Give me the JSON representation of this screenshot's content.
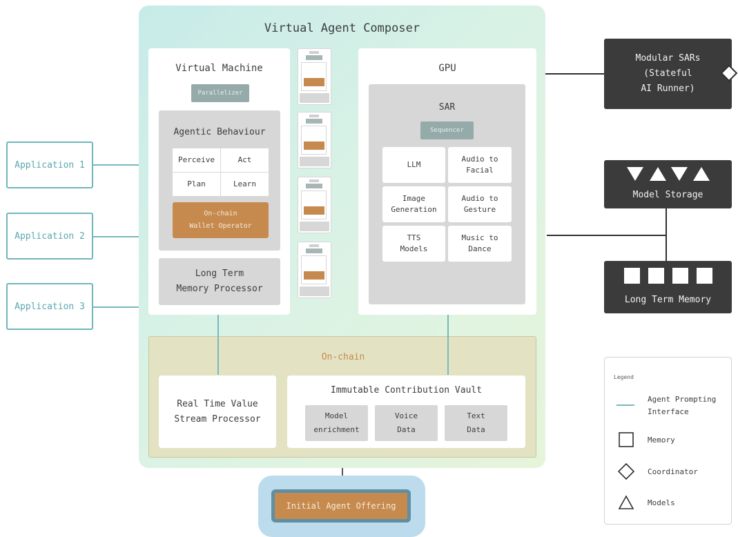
{
  "composer": {
    "title": "Virtual Agent Composer"
  },
  "vm": {
    "title": "Virtual Machine",
    "parallelizer": "Parallelizer",
    "agentic": {
      "title": "Agentic Behaviour",
      "cells": [
        "Perceive",
        "Act",
        "Plan",
        "Learn"
      ],
      "wallet": "On-chain\nWallet Operator"
    },
    "ltmp": "Long Term\nMemory Processor"
  },
  "gpu": {
    "title": "GPU",
    "sar": {
      "title": "SAR",
      "sequencer": "Sequencer",
      "models": [
        "LLM",
        "Audio to\nFacial",
        "Image\nGeneration",
        "Audio to\nGesture",
        "TTS\nModels",
        "Music to\nDance"
      ]
    }
  },
  "applications": [
    "Application 1",
    "Application 2",
    "Application 3"
  ],
  "right": {
    "modular": "Modular SARs\n(Stateful\nAI Runner)",
    "model_storage": "Model Storage",
    "long_term_memory": "Long Term Memory"
  },
  "onchain": {
    "title": "On-chain",
    "rtvsp": "Real Time Value\nStream Processor",
    "vault": {
      "title": "Immutable Contribution Vault",
      "items": [
        "Model\nenrichment",
        "Voice\nData",
        "Text\nData"
      ]
    }
  },
  "iao": "Initial Agent Offering",
  "legend": {
    "title": "Legend",
    "items": [
      "Agent Prompting\nInterface",
      "Memory",
      "Coordinator",
      "Models"
    ]
  },
  "colors": {
    "teal": "#6fb6bc",
    "orange": "#c68a4e",
    "dark": "#3b3b3b",
    "grey": "#d7d7d7"
  }
}
